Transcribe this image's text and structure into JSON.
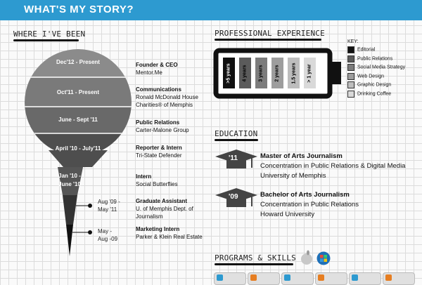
{
  "header": {
    "title": "WHAT'S MY STORY?"
  },
  "sections": {
    "where": "WHERE I'VE BEEN",
    "experience": "PROFESSIONAL EXPERIENCE",
    "education": "EDUCATION",
    "programs": "PROGRAMS & SKILLS"
  },
  "timeline": {
    "bands": [
      "Dec'12 - Present",
      "Oct'11 - Present",
      "June - Sept '11",
      "April '10 - July'11"
    ],
    "tip": [
      "Jan '10 -",
      "June '10"
    ],
    "side": [
      [
        "Aug '09 -",
        "May '11"
      ],
      [
        "May -",
        "Aug -09"
      ]
    ]
  },
  "jobs": [
    {
      "title": "Founder & CEO",
      "company": [
        "Mentor.Me"
      ]
    },
    {
      "title": "Communications",
      "company": [
        "Ronald McDonald House",
        "Charities® of Memphis"
      ]
    },
    {
      "title": "Public Relations",
      "company": [
        "Carter-Malone Group"
      ]
    },
    {
      "title": "Reporter & Intern",
      "company": [
        "Tri-State Defender"
      ]
    },
    {
      "title": "Intern",
      "company": [
        "Social Butterflies"
      ]
    },
    {
      "title": "Graduate Assistant",
      "company": [
        "U. of Memphis Dept. of",
        "Journalism"
      ]
    },
    {
      "title": "Marketing Intern",
      "company": [
        "Parker & Klein Real Estate"
      ]
    }
  ],
  "experience": {
    "cells": [
      {
        "label": ">5 years",
        "color": "#111111"
      },
      {
        "label": "4 years",
        "color": "#5b5b5b"
      },
      {
        "label": "3 years",
        "color": "#7c7c7c"
      },
      {
        "label": "2 years",
        "color": "#9d9d9d"
      },
      {
        "label": "1.5 years",
        "color": "#bdbdbd"
      },
      {
        "label": "> 1 year",
        "color": "#d9d9d9"
      }
    ],
    "key_title": "KEY:",
    "key": [
      {
        "label": "Editorial",
        "color": "#111111"
      },
      {
        "label": "Public Relations",
        "color": "#5b5b5b"
      },
      {
        "label": "Social Media Strategy",
        "color": "#7c7c7c"
      },
      {
        "label": "Web Design",
        "color": "#9d9d9d"
      },
      {
        "label": "Graphic Design",
        "color": "#bdbdbd"
      },
      {
        "label": "Drinking Coffee",
        "color": "#d9d9d9"
      }
    ]
  },
  "education": [
    {
      "year": "'11",
      "degree": "Master of Arts Journalism",
      "lines": [
        "Concentration in Public Relations & Digital Media",
        "University of Memphis"
      ]
    },
    {
      "year": "'09",
      "degree": "Bachelor of Arts Journalism",
      "lines": [
        "Concentration in Public Relations",
        "Howard University"
      ]
    }
  ],
  "os_icons": [
    "apple-icon",
    "windows-icon"
  ],
  "skill_colors": [
    "#2d9ad0",
    "#e67e22",
    "#2d9ad0",
    "#e67e22",
    "#2d9ad0",
    "#e67e22"
  ]
}
